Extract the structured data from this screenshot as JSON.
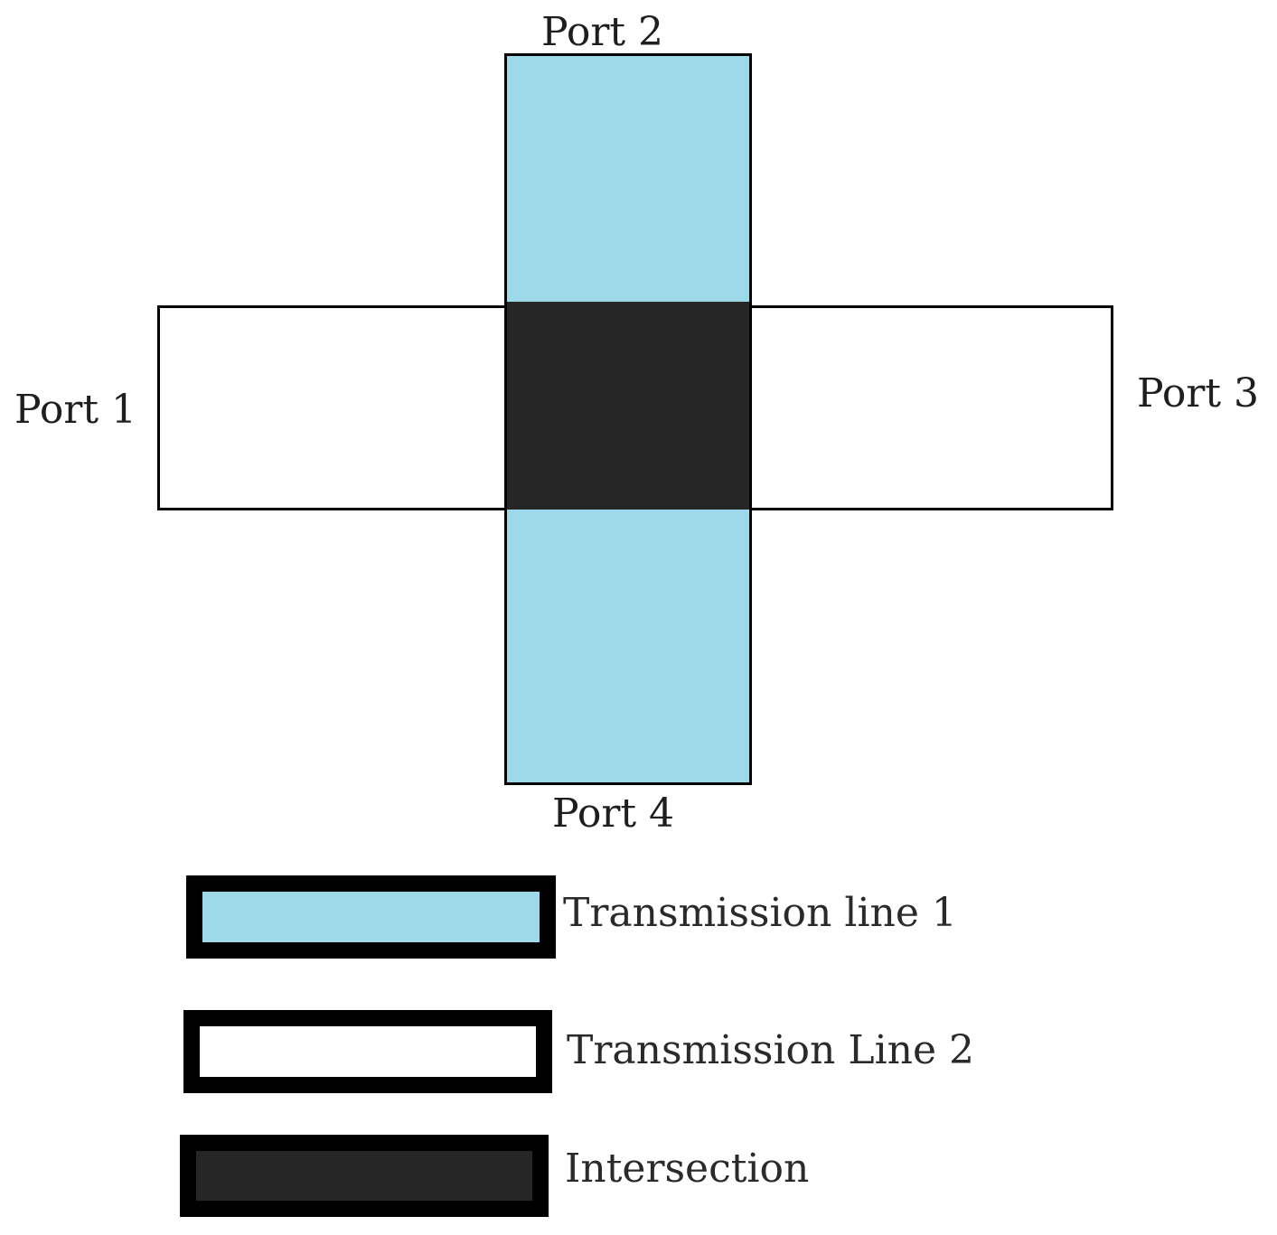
{
  "ports": {
    "port1": "Port 1",
    "port2": "Port 2",
    "port3": "Port 3",
    "port4": "Port 4"
  },
  "legend": [
    {
      "label": "Transmission line 1",
      "color": "#9dd9e9"
    },
    {
      "label": "Transmission Line 2",
      "color": "#ffffff"
    },
    {
      "label": "Intersection",
      "color": "#262626"
    }
  ],
  "colors": {
    "line1": "#9dd9e9",
    "line2": "#ffffff",
    "intersection": "#262626",
    "outline": "#000000"
  }
}
